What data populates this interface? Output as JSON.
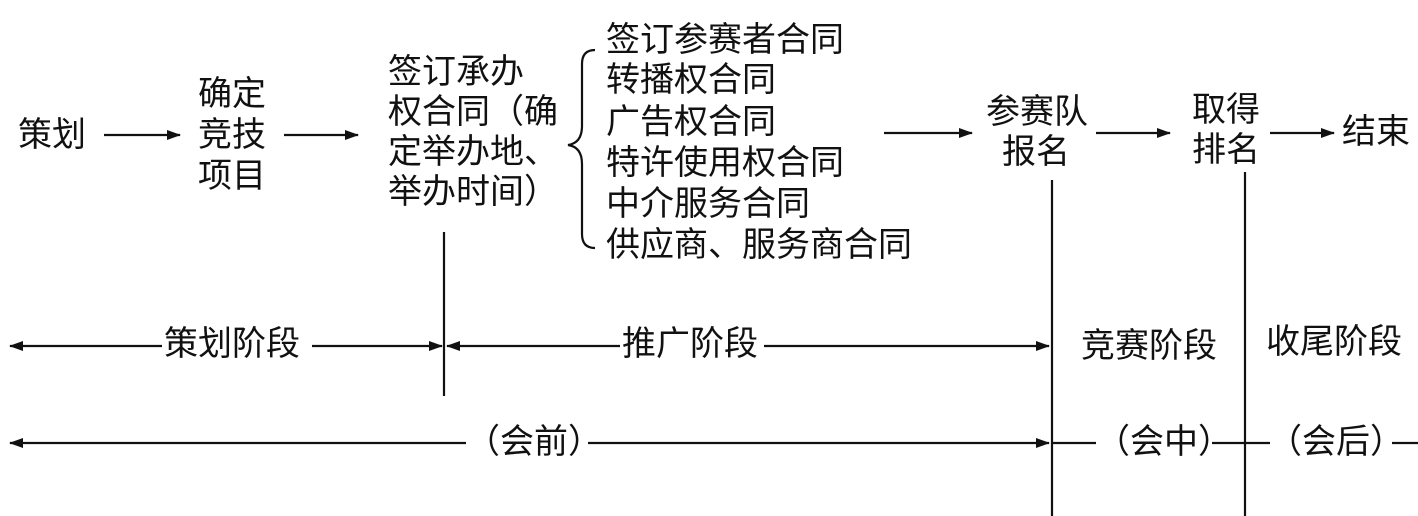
{
  "flow": {
    "plan": "策划",
    "determine_project": [
      "确定",
      "竞技",
      "项目"
    ],
    "sign_hosting": [
      "签订承办",
      "权合同（确",
      "定举办地、",
      "举办时间）"
    ],
    "contracts": [
      "签订参赛者合同",
      "转播权合同",
      "广告权合同",
      "特许使用权合同",
      "中介服务合同",
      "供应商、服务商合同"
    ],
    "team_registration": [
      "参赛队",
      "报名"
    ],
    "get_ranking": [
      "取得",
      "排名"
    ],
    "end": "结束"
  },
  "stages": {
    "planning": "策划阶段",
    "promotion": "推广阶段",
    "competition": "竞赛阶段",
    "closing": "收尾阶段"
  },
  "periods": {
    "before": "（会前）",
    "during": "（会中）",
    "after": "（会后）"
  },
  "colors": {
    "ink": "#111111",
    "background": "#ffffff"
  }
}
